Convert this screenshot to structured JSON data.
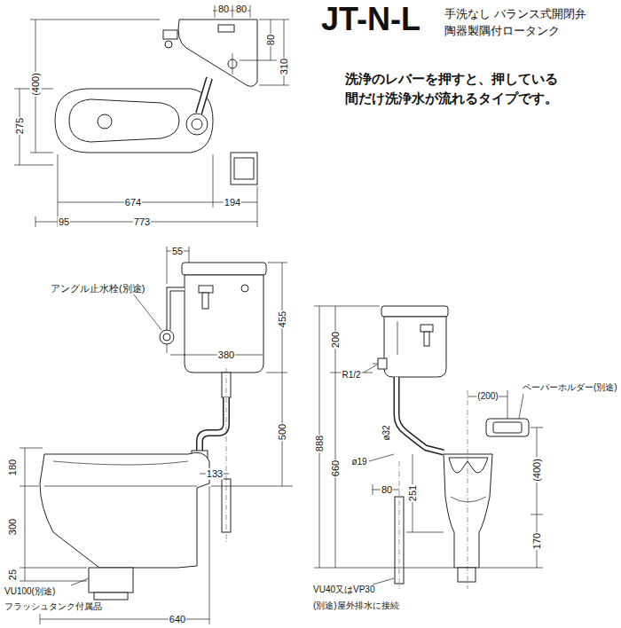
{
  "diagram": {
    "title": "JT-N-L",
    "labels": [
      "80",
      "80",
      "80",
      "310",
      "(400)",
      "275",
      "674",
      "194",
      "95",
      "773",
      "55",
      "アングル止水栓(別途)",
      "455",
      "380",
      "500",
      "133",
      "180",
      "300",
      "25",
      "VU100(別途)",
      "フラッシュタンク付属品",
      "640",
      "200",
      "R1/2",
      "888",
      "660",
      "ø32",
      "ø19",
      "80",
      "251",
      "(200)",
      "ペーパーホルダー(別途)",
      "(400)",
      "170",
      "VU40又はVP30",
      "(別途)屋外排水に接続",
      "手洗なし バランス式開閉弁 陶器製隅付ロータンク",
      "洗浄のレバーを押すと、押している 間だけ洗浄水が流れるタイプです。"
    ]
  }
}
